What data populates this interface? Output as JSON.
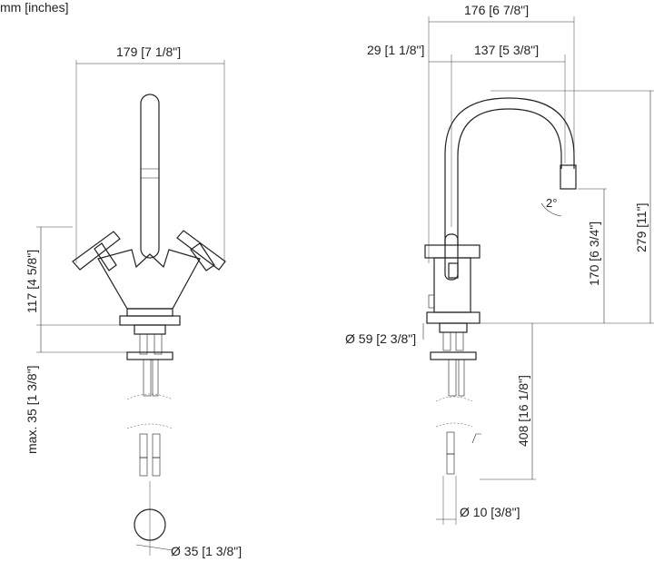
{
  "units_label": "mm [inches]",
  "front_view": {
    "width_dim": "179 [7 1/8\"]",
    "height_dim": "117 [4 5/8\"]",
    "max_thickness_dim": "max. 35 [1 3/8\"]",
    "hole_dim": "Ø 35 [1 3/8\"]"
  },
  "side_view": {
    "overall_width_dim": "176 [6 7/8\"]",
    "offset_dim": "29 [1 1/8\"]",
    "reach_dim": "137 [5 3/8\"]",
    "angle_dim": "2°",
    "spout_height_dim": "170 [6 3/4\"]",
    "total_height_dim": "279 [11\"]",
    "base_dim": "Ø 59 [2 3/8\"]",
    "hose_length_dim": "408 [16 1/8\"]",
    "connection_dim": "Ø 10 [3/8\"]"
  }
}
